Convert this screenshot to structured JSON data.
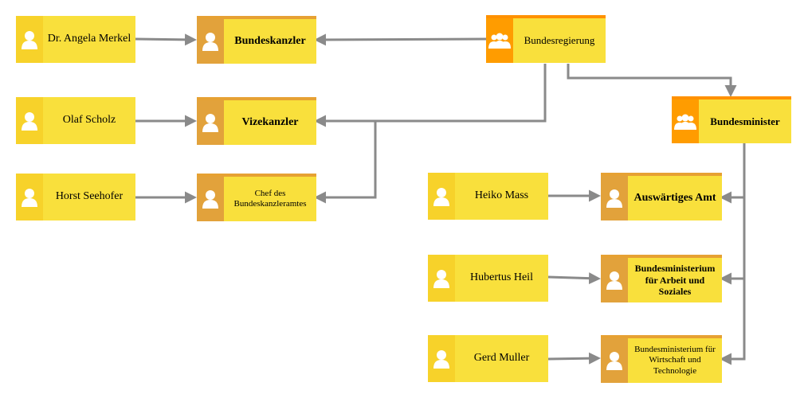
{
  "persons": {
    "merkel": "Dr. Angela Merkel",
    "scholz": "Olaf Scholz",
    "seehofer": "Horst Seehofer",
    "mass": "Heiko Mass",
    "heil": "Hubertus Heil",
    "muller": "Gerd Muller"
  },
  "positions": {
    "bundeskanzler": "Bundeskanzler",
    "vizekanzler": "Vizekanzler",
    "chef": "Chef des Bundeskanzleramtes",
    "auswaertiges": "Auswärtiges Amt",
    "arbeit": "Bundesministerium für Arbeit und Soziales",
    "wirtschaft": "Bundesministerium für Wirtschaft und Technologie"
  },
  "groups": {
    "bundesregierung": "Bundesregierung",
    "bundesminister": "Bundesminister"
  },
  "icons": {
    "person": "person-icon",
    "group": "group-icon"
  },
  "colors": {
    "node_fill": "#f9e03c",
    "person_side": "#f7d22a",
    "position_side": "#e2a23b",
    "group_side": "#ff9c00",
    "connector": "#8a8a8a"
  }
}
